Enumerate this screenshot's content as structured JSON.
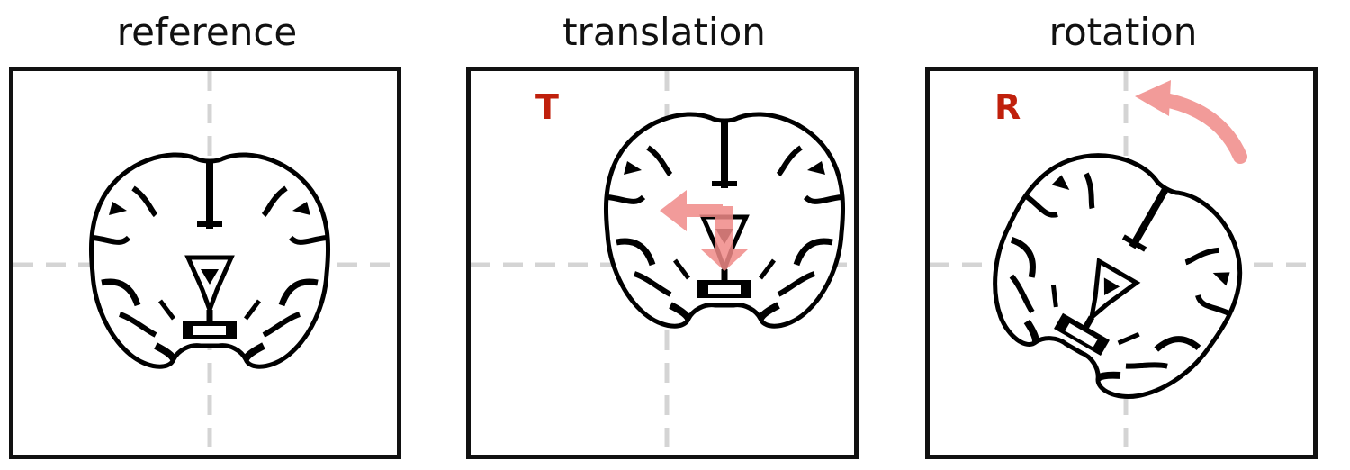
{
  "panels": [
    {
      "title": "reference",
      "marker": ""
    },
    {
      "title": "translation",
      "marker": "T"
    },
    {
      "title": "rotation",
      "marker": "R"
    }
  ],
  "colors": {
    "frame": "#111111",
    "crosshair": "#d4d4d4",
    "brain_fill": "#ffffff",
    "brain_ink": "#000000",
    "marker": "#c0200c",
    "arrow": "#f08a88"
  },
  "icons": {
    "translation": "translate-arrows-icon",
    "rotation": "rotate-arrow-icon"
  }
}
